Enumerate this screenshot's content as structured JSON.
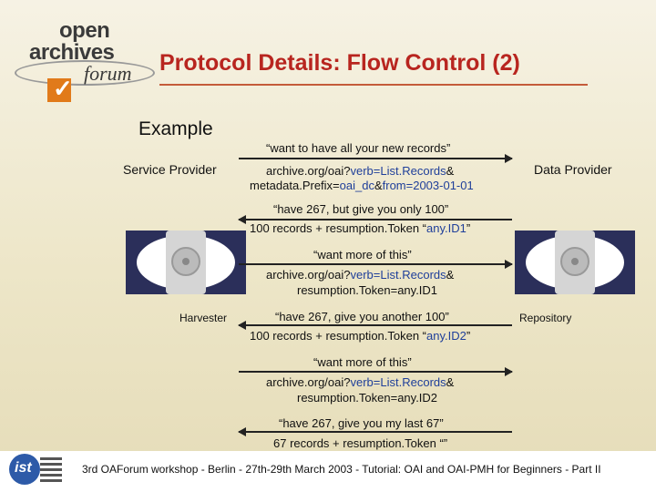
{
  "logo": {
    "line1": "open",
    "line2": "archives",
    "line3": "forum"
  },
  "title": "Protocol Details: Flow Control (2)",
  "example_label": "Example",
  "labels": {
    "service_provider": "Service Provider",
    "data_provider": "Data Provider",
    "harvester": "Harvester",
    "repository": "Repository"
  },
  "messages": [
    {
      "quote": "“want to have all your new records”",
      "prefix": "archive.org/oai?",
      "verb": "verb=List.Records",
      "amp": "&",
      "line2a": "metadata.Prefix=",
      "line2b": "oai_dc",
      "line2c": "&",
      "line2d": "from=2003-01-01"
    },
    {
      "quote": "“have 267, but give you only 100”",
      "resp_a": "100 records + resumption.Token “",
      "resp_token": "any.ID1",
      "resp_b": "”"
    },
    {
      "quote": "“want more of this”",
      "prefix": "archive.org/oai?",
      "verb": "verb=List.Records",
      "amp": "&",
      "line2": "resumption.Token=any.ID1"
    },
    {
      "quote": "“have 267, give you another 100”",
      "resp_a": "100 records + resumption.Token “",
      "resp_token": "any.ID2",
      "resp_b": "”"
    },
    {
      "quote": "“want more of this”",
      "prefix": "archive.org/oai?",
      "verb": "verb=List.Records",
      "amp": "&",
      "line2": "resumption.Token=any.ID2"
    },
    {
      "quote": "“have 267, give you my last 67”",
      "resp": "67 records + resumption.Token “”"
    }
  ],
  "icons": {
    "left": "eye-disk-icon",
    "right": "eye-disk-icon",
    "ist": "ist-logo-icon"
  },
  "ist_text": "ist",
  "footer": "3rd OAForum workshop - Berlin - 27th-29th March 2003 - Tutorial: OAI and OAI-PMH for Beginners - Part II",
  "colors": {
    "title": "#b8251f",
    "link_blue": "#1f3f9a",
    "accent_orange": "#e17a1a"
  }
}
